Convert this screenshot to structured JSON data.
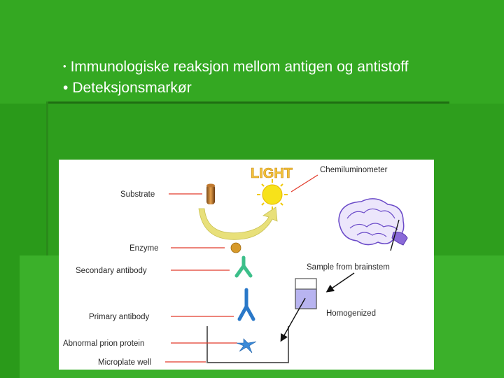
{
  "bullets": [
    "Immunologiske reaksjon mellom antigen og antistoff",
    "Deteksjonsmarkør"
  ],
  "figure": {
    "light_label": "LIGHT",
    "labels": {
      "chemiluminometer": "Chemiluminometer",
      "substrate": "Substrate",
      "enzyme": "Enzyme",
      "secondary_antibody": "Secondary antibody",
      "primary_antibody": "Primary antibody",
      "abnormal_prion_protein": "Abnormal prion protein",
      "microplate_well": "Microplate well",
      "sample_from_brainstem": "Sample from brainstem",
      "homogenized": "Homogenized"
    },
    "colors": {
      "pointer_line": "#e23a2a",
      "arrow": "#111111",
      "light_text": "#f2c23a",
      "sun": "#f7e21a",
      "secondary_antibody": "#3cbf8a",
      "primary_antibody": "#2a78c8",
      "prion": "#3a8ad8",
      "enzyme": "#d79a2a",
      "curved_arrow": "#e8e07a",
      "brain": "#8a6ad8"
    }
  }
}
